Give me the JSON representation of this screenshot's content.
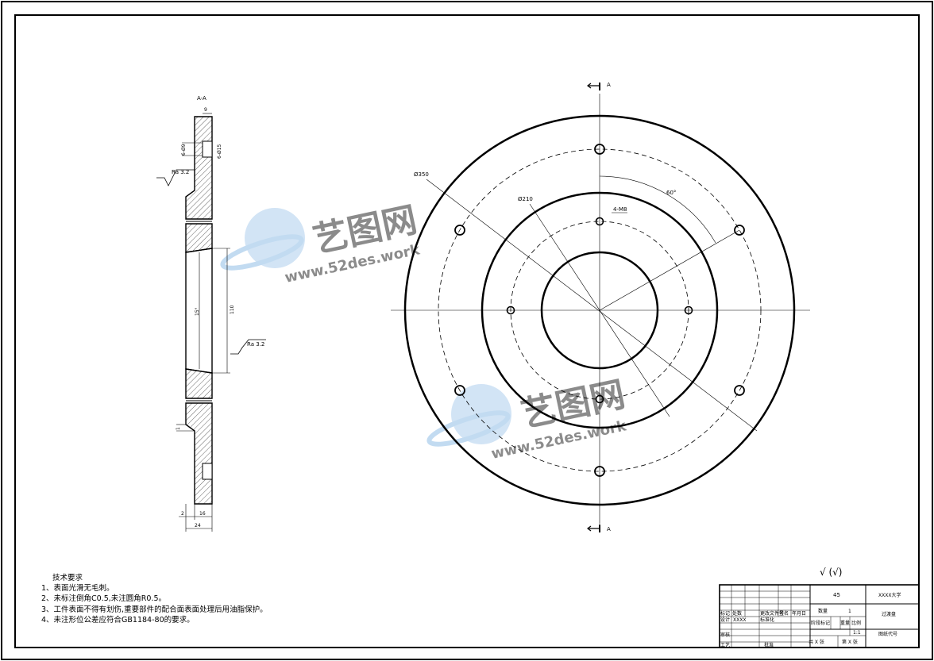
{
  "section_view": {
    "title": "A-A",
    "dim_top": "9",
    "dim_hole_a": "6-Ø9",
    "dim_hole_b": "6-Ø15",
    "surface_finish_1": "Ra 3.2",
    "surface_finish_2": "Ra 3.2",
    "dim_taper_angle": "15°",
    "dim_bore": "110",
    "dim_step": "1",
    "dim_bottom_left": "2",
    "dim_bottom_mid": "16",
    "dim_overall": "24"
  },
  "front_view": {
    "section_mark_top": "A",
    "section_mark_bottom": "A",
    "dim_outer_pcd": "Ø350",
    "dim_inner_pcd": "Ø210",
    "dim_thread_holes": "4-M8",
    "dim_angle": "60°"
  },
  "watermark": {
    "brand": "艺图网",
    "url": "www.52des.work"
  },
  "tech_notes": {
    "title": "技术要求",
    "items": [
      "1、表面光滑无毛刺。",
      "2、未标注倒角C0.5,未注圆角R0.5。",
      "3、工件表面不得有划伤,重要部件的配合面表面处理后用油脂保护。",
      "4、未注形位公差应符合GB1184-80的要求。"
    ]
  },
  "roughness_symbol": "√  (√)",
  "title_block": {
    "material": "45",
    "university": "XXXX大学",
    "quantity_label": "数量",
    "quantity_value": "1",
    "part_name": "过渡盘",
    "stage_label": "阶段标记",
    "weight_label": "重量",
    "scale_label": "比例",
    "scale_value": "1:1",
    "sheet_total": "共 X 张",
    "sheet_no": "第 X 张",
    "drawing_no": "图纸代号",
    "mark_label": "标记",
    "count_label": "处数",
    "change_label": "更改文件号",
    "sign_label": "签名",
    "date_label": "年月日",
    "design_label": "设计",
    "designer": "XXXX",
    "standard_label": "标准化",
    "review_label": "审核",
    "process_label": "工艺",
    "approve_label": "批准"
  }
}
